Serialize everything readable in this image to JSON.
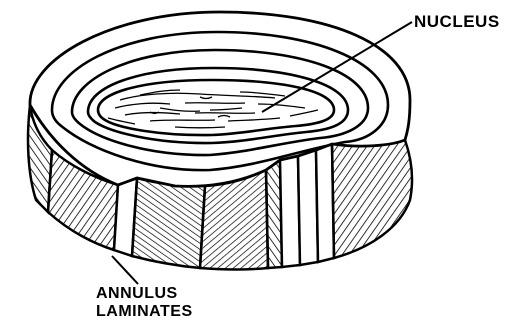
{
  "labels": {
    "nucleus": "NUCLEUS",
    "annulus_line1": "ANNULUS",
    "annulus_line2": "LAMINATES"
  },
  "colors": {
    "ink": "#000000",
    "paper": "#ffffff"
  }
}
